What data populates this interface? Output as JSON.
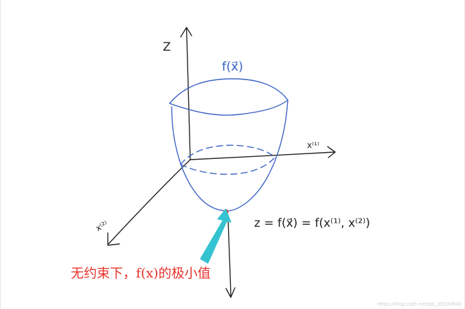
{
  "labels": {
    "z_axis": "Z",
    "x1_axis": "x⁽¹⁾",
    "x2_axis": "x⁽²⁾",
    "surface": "f(x⃗)",
    "equation": "z = f(x⃗) = f(x⁽¹⁾, x⁽²⁾)"
  },
  "caption": "无约束下，f(x)的极小值",
  "watermark": "https://blog.csdn.net/qq_36330643",
  "colors": {
    "sketch_stroke": "#222222",
    "surface_stroke": "#3a62c4",
    "min_point": "#e8322a",
    "annotation_arrow": "#36c3d1",
    "caption": "#e8322a"
  }
}
